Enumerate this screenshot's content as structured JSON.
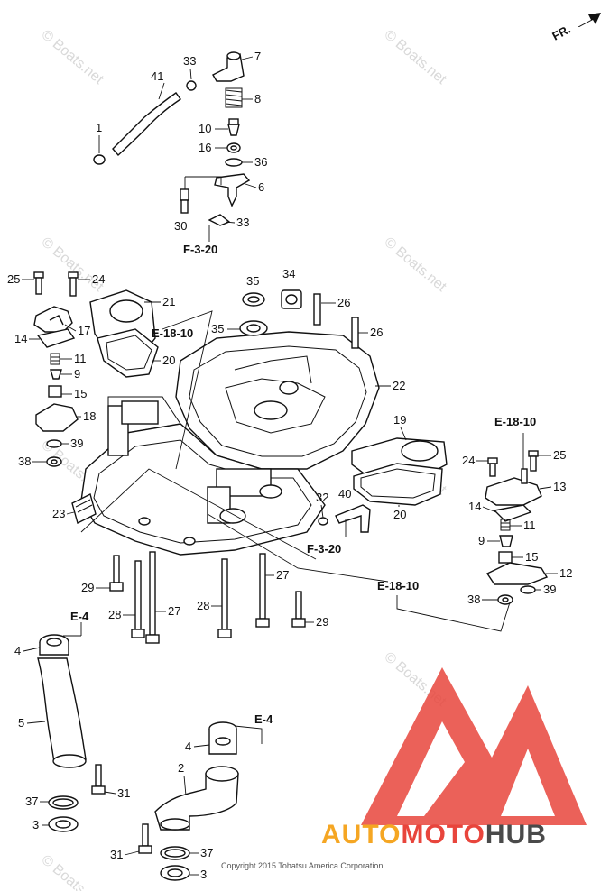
{
  "direction_label": "FR.",
  "part_numbers": [
    "1",
    "2",
    "3",
    "4",
    "5",
    "6",
    "7",
    "8",
    "9",
    "10",
    "11",
    "12",
    "13",
    "14",
    "15",
    "16",
    "17",
    "18",
    "19",
    "20",
    "21",
    "22",
    "23",
    "24",
    "25",
    "26",
    "27",
    "28",
    "29",
    "30",
    "31",
    "32",
    "33",
    "34",
    "35",
    "36",
    "37",
    "38",
    "39",
    "40",
    "41"
  ],
  "callouts": {
    "p41": "41",
    "p33a": "33",
    "p7": "7",
    "p8": "8",
    "p1": "1",
    "p10": "10",
    "p16": "16",
    "p36": "36",
    "p6": "6",
    "p30": "30",
    "p33b": "33",
    "p25a": "25",
    "p24a": "24",
    "p21": "21",
    "p35a": "35",
    "p34": "34",
    "p26a": "26",
    "p35b": "35",
    "p26b": "26",
    "p17": "17",
    "p14a": "14",
    "p20a": "20",
    "p11a": "11",
    "p9a": "9",
    "p22": "22",
    "p15a": "15",
    "p18": "18",
    "p19": "19",
    "p39a": "39",
    "p38a": "38",
    "p24b": "24",
    "p25b": "25",
    "p13": "13",
    "p14b": "14",
    "p20b": "20",
    "p11b": "11",
    "p9b": "9",
    "p15b": "15",
    "p12": "12",
    "p38b": "38",
    "p39b": "39",
    "p23": "23",
    "p32": "32",
    "p40": "40",
    "p29a": "29",
    "p27a": "27",
    "p28a": "28",
    "p27b": "27",
    "p28b": "28",
    "p29b": "29",
    "p4a": "4",
    "p5": "5",
    "p37a": "37",
    "p3a": "3",
    "p31a": "31",
    "p4b": "4",
    "p2": "2",
    "p31b": "31",
    "p37b": "37",
    "p3b": "3"
  },
  "references": {
    "f320_top": "F-3-20",
    "e1810_left": "E-18-10",
    "e1810_right": "E-18-10",
    "f320_mid": "F-3-20",
    "e1810_lower": "E-18-10",
    "e4_left": "E-4",
    "e4_right": "E-4"
  },
  "watermark": "© Boats.net",
  "copyright": "Copyright 2015 Tohatsu America Corporation",
  "logo": {
    "part1": "AUTO",
    "part2": "MOTO",
    "part3": "HUB",
    "color1": "#f5a623",
    "color2": "#e8453c",
    "color3": "#4a4a4a",
    "triangle": "#e8453c"
  }
}
